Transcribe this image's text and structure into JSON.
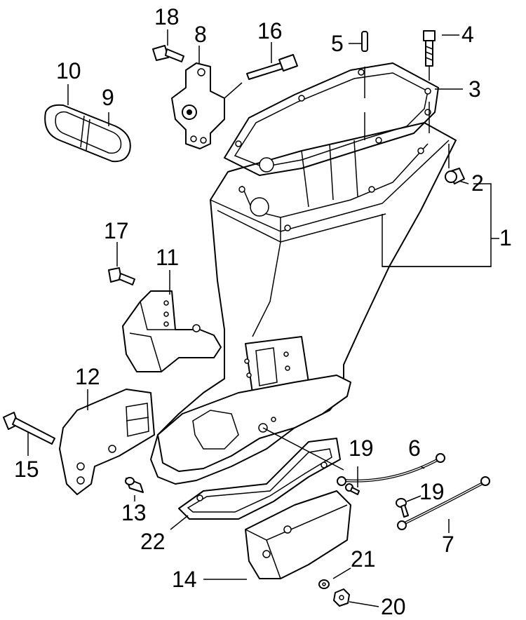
{
  "callouts": [
    {
      "id": "1",
      "label": "1",
      "name": "callout-1"
    },
    {
      "id": "2",
      "label": "2",
      "name": "callout-2"
    },
    {
      "id": "3",
      "label": "3",
      "name": "callout-3"
    },
    {
      "id": "4",
      "label": "4",
      "name": "callout-4"
    },
    {
      "id": "5",
      "label": "5",
      "name": "callout-5"
    },
    {
      "id": "6",
      "label": "6",
      "name": "callout-6"
    },
    {
      "id": "7",
      "label": "7",
      "name": "callout-7"
    },
    {
      "id": "8",
      "label": "8",
      "name": "callout-8"
    },
    {
      "id": "9",
      "label": "9",
      "name": "callout-9"
    },
    {
      "id": "10",
      "label": "10",
      "name": "callout-10"
    },
    {
      "id": "11",
      "label": "11",
      "name": "callout-11"
    },
    {
      "id": "12",
      "label": "12",
      "name": "callout-12"
    },
    {
      "id": "13",
      "label": "13",
      "name": "callout-13"
    },
    {
      "id": "14",
      "label": "14",
      "name": "callout-14"
    },
    {
      "id": "15",
      "label": "15",
      "name": "callout-15"
    },
    {
      "id": "16",
      "label": "16",
      "name": "callout-16"
    },
    {
      "id": "17",
      "label": "17",
      "name": "callout-17"
    },
    {
      "id": "18",
      "label": "18",
      "name": "callout-18"
    },
    {
      "id": "19a",
      "label": "19",
      "name": "callout-19-upper"
    },
    {
      "id": "19b",
      "label": "19",
      "name": "callout-19-lower"
    },
    {
      "id": "20",
      "label": "20",
      "name": "callout-20"
    },
    {
      "id": "21",
      "label": "21",
      "name": "callout-21"
    },
    {
      "id": "22",
      "label": "22",
      "name": "callout-22"
    }
  ],
  "colors": {
    "line": "#000000",
    "background": "#ffffff"
  }
}
